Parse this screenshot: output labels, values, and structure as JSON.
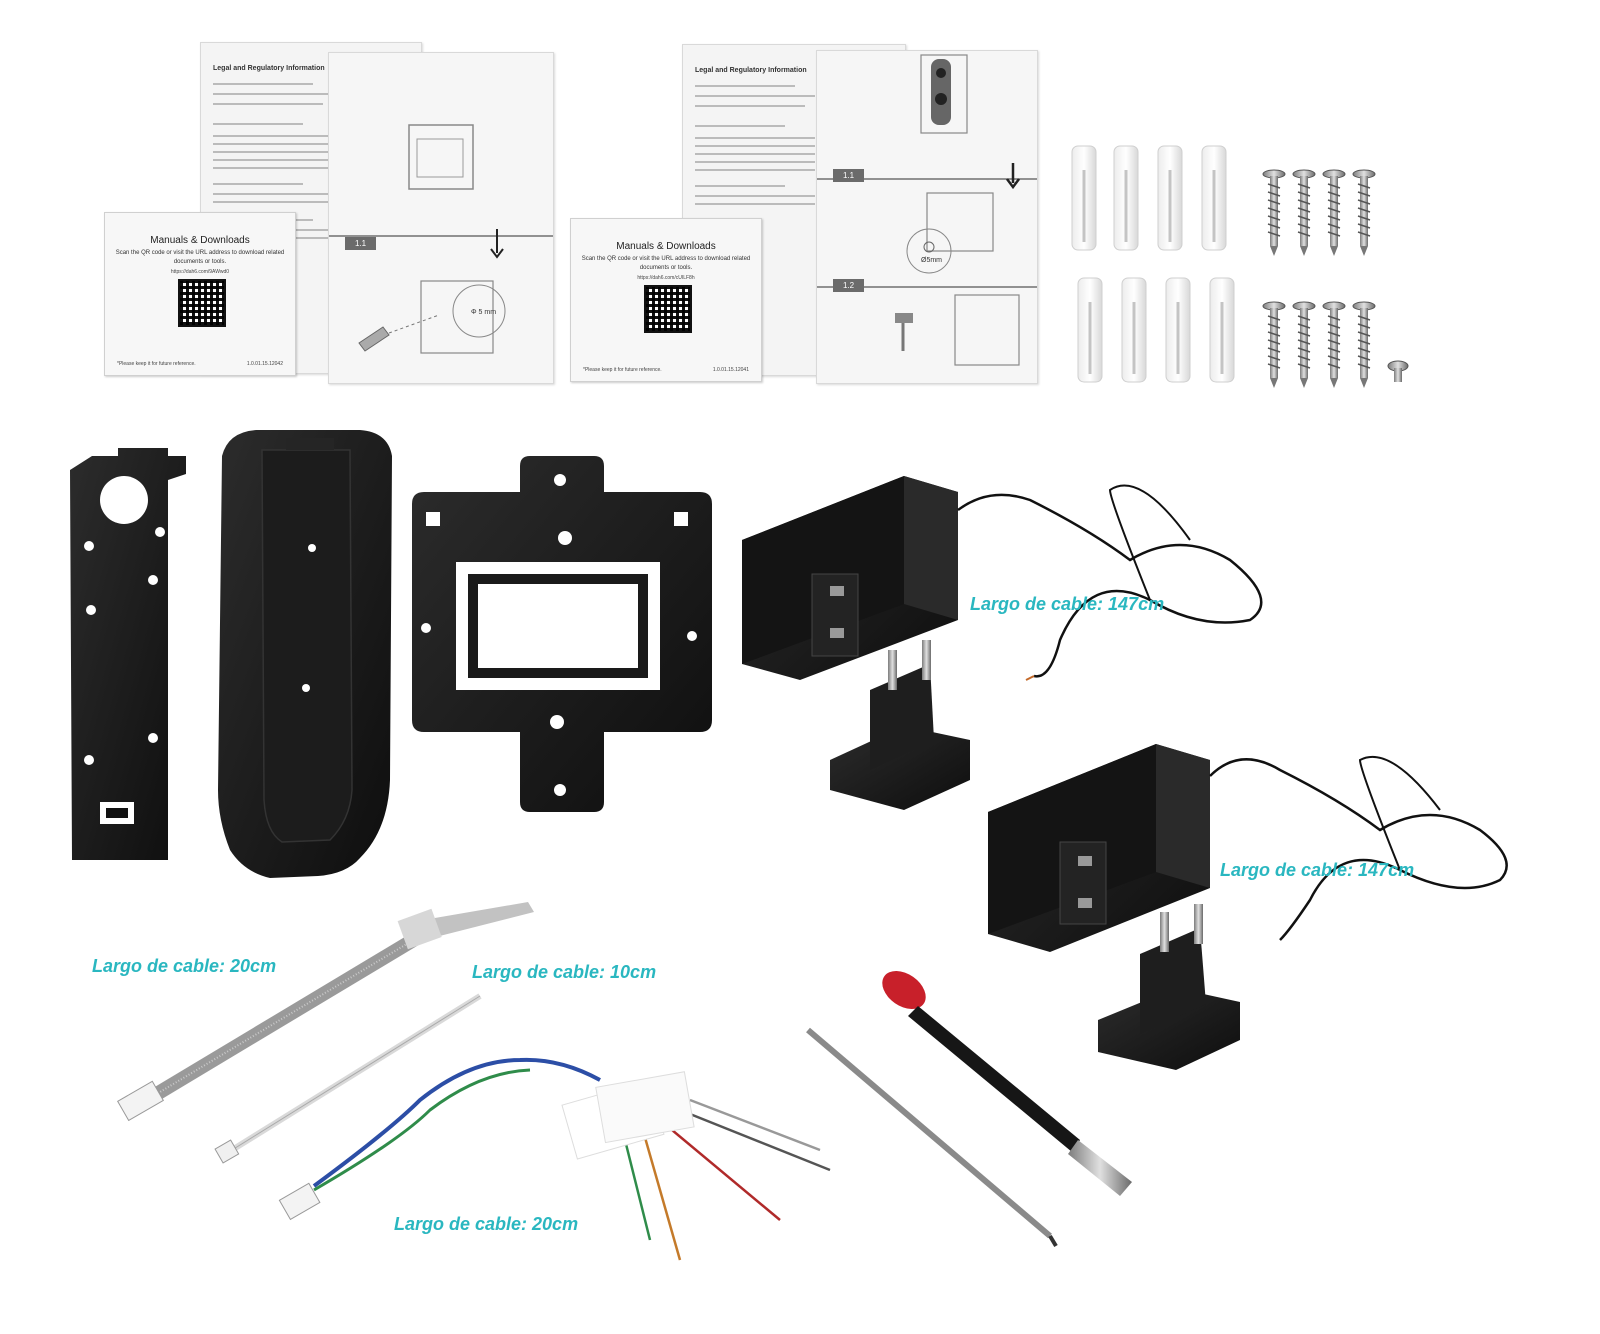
{
  "documents": {
    "left_manual_title": "Legal and Regulatory Information",
    "right_manual_title": "Legal and Regulatory Information",
    "left_card": {
      "title": "Manuals & Downloads",
      "subtitle": "Scan the QR code or visit the URL address to download related documents or tools.",
      "url": "https://dah6.com/9AWwd0",
      "note": "*Please keep it for future reference.",
      "version": "1.0.01.15.12042"
    },
    "right_card": {
      "title": "Manuals & Downloads",
      "subtitle": "Scan the QR code or visit the URL address to download related documents or tools.",
      "url": "https://dah6.com/cUILF8h",
      "note": "*Please keep it for future reference.",
      "version": "1.0.01.15.12041"
    },
    "left_step": "1.1",
    "left_hole": "Φ 5 mm",
    "right_step_1": "1.1",
    "right_step_2": "1.2",
    "right_hole": "Ø5mm"
  },
  "labels": {
    "adapter_top": "Largo de cable: 147cm",
    "adapter_bottom": "Largo de cable: 147cm",
    "ribbon_cable": "Largo de cable: 20cm",
    "thin_cable": "Largo de cable: 10cm",
    "wire_harness": "Largo de cable: 20cm"
  },
  "colors": {
    "label_color": "#2ab7c0",
    "hardware_black": "#1a1a1a",
    "screwdriver_tip": "#c8202a"
  }
}
